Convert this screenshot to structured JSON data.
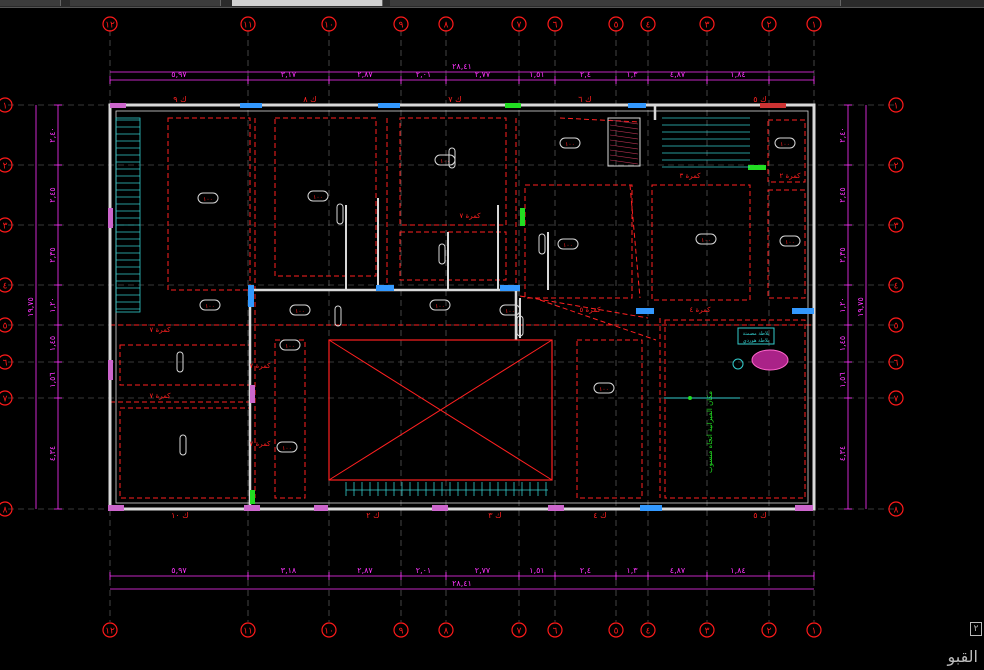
{
  "colors": {
    "background": "#000000",
    "wall": "#d9d9d9",
    "dashed": "#ff2020",
    "dimension": "#ff33ff",
    "grid_bubble": "#ff1a1a",
    "axis_line": "#707070",
    "window": "#3399ff",
    "door": "#cc66cc",
    "stair": "#33cccc",
    "green": "#22dd22"
  },
  "grid_columns": [
    "١٢",
    "١١",
    "١٠",
    "٩",
    "٨",
    "٧",
    "٦",
    "٥",
    "٤",
    "٣",
    "٢",
    "١"
  ],
  "grid_rows": [
    "١",
    "٢",
    "٣",
    "٤",
    "٥",
    "٦",
    "٧",
    "٨"
  ],
  "dims_top": [
    "٥,٩٧",
    "٣,١٧",
    "٢,٨٧",
    "٢,٠١",
    "٢,٧٧",
    "١,٥١",
    "٢,٤",
    "١,٣",
    "٤,٨٧",
    "١,٨٤"
  ],
  "dims_top_total": "٢٨,٤١",
  "dims_bottom": [
    "٥,٩٧",
    "٣,١٨",
    "٢,٨٧",
    "٢,٠١",
    "٢,٧٧",
    "١,٥١",
    "٢,٤",
    "١,٣",
    "٤,٨٧",
    "١,٨٤"
  ],
  "dims_bottom_total": "٢٨,٤١",
  "dims_side": [
    "٢,٤٠",
    "٢,٤٥",
    "٢,٣٥",
    "١,٢٠",
    "١,٤٥",
    "١,٥٦",
    "٤,٣٤"
  ],
  "dims_side_total": "١٩,٧٥",
  "beam_labels_top": [
    "ك ٩",
    "ك ٨",
    "ك ٧",
    "ك ٦",
    "ك ٥"
  ],
  "beam_labels_bottom": [
    "ك ١٠",
    "ك ٢",
    "ك ٣",
    "ك ٤",
    "ك ٥"
  ],
  "room_labels": [
    "كمرة ٧",
    "كمرة ٥",
    "كمرة ٤",
    "كمرة ٣",
    "كمرة ٢",
    "كمرة ٧",
    "كمرة ٧",
    "كمرة ٧",
    "كمرة ٧"
  ],
  "slab_tags": [
    "١٠٠",
    "١٠٠",
    "١٠٠",
    "١٠٠",
    "١٠٠",
    "١٠٠",
    "١٠٠",
    "١٠٠",
    "١٠٠",
    "١٠٠",
    "١٠٠",
    "١٠٠",
    "١٠٠",
    "١٠٠",
    "١٠٠"
  ],
  "legend_lines": [
    "بلاطة مصمتة",
    "بلاطة هوردي"
  ],
  "green_note": "مكان الميزانية اتجاه منسوب",
  "caption": "القبو",
  "caption_box": "٢"
}
